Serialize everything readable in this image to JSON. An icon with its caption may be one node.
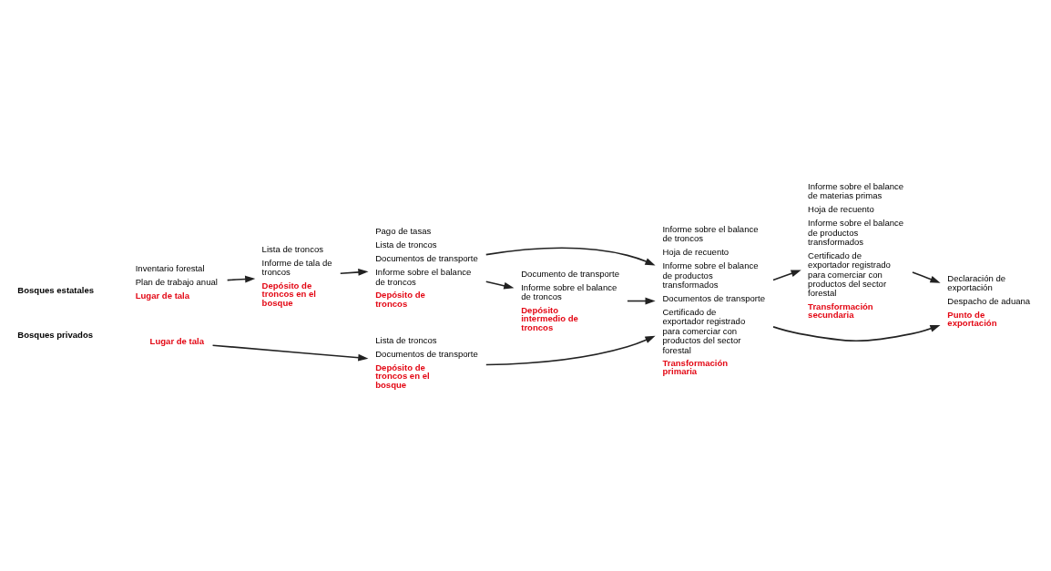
{
  "diagram": {
    "nodes": [
      {
        "text": [
          "Lugar de tala"
        ],
        "beside": [
          "Inventario forestal",
          "Plan de trabajo anual"
        ]
      },
      {
        "text": [
          "Depósito de troncos en el bosque"
        ],
        "beside": [
          "Lista de troncos",
          "Informe de tala de troncos"
        ]
      },
      {
        "text": [
          "Depósito de troncos"
        ],
        "beside": [
          "Pago de tasas",
          "Lista de troncos",
          "Documentos de transporte",
          "Informe sobre el balance de troncos"
        ]
      },
      {
        "text": [
          "Depósito intermedio de troncos"
        ],
        "beside": [
          "Documento de transporte",
          "Informe sobre el balance de troncos"
        ]
      },
      {
        "text": [
          "Transformación primaria"
        ],
        "beside": [
          "Informe sobre el balance de troncos",
          "Hoja de recuento",
          "Informe sobre el balance de productos transformados",
          "Documentos de transporte",
          "Certificado de exportador registrado para comerciar con productos del sector forestal"
        ]
      },
      {
        "text": [
          "Transformación secundaria"
        ],
        "beside": [
          "Informe sobre el balance de materias primas",
          "Hoja de recuento",
          "Informe sobre el balance de productos transformados",
          "Certificado de exportador registrado para comerciar con productos del sector forestal"
        ]
      },
      {
        "text": [
          "Punto de exportación"
        ],
        "beside": [
          "Declaración de exportación",
          "Despacho de aduana"
        ]
      },
      {
        "text": [
          "Lugar de tala"
        ]
      },
      {
        "text": [
          "Depósito de troncos en el bosque"
        ],
        "beside": [
          "Lista de troncos",
          "Documentos de transporte"
        ]
      }
    ],
    "edges": [
      {
        "from": 0,
        "to": 1,
        "arrow": "to"
      },
      {
        "from": 1,
        "to": 2,
        "arrow": "to"
      },
      {
        "from": 2,
        "to": 3,
        "arrow": "to"
      },
      {
        "from": 2,
        "to": 4,
        "arrow": "to"
      },
      {
        "from": 3,
        "to": 4,
        "arrow": "to"
      },
      {
        "from": 8,
        "to": 4,
        "arrow": "to"
      },
      {
        "from": 4,
        "to": 5,
        "arrow": "to"
      },
      {
        "from": 4,
        "to": 6,
        "arrow": "to"
      },
      {
        "from": 5,
        "to": 6,
        "arrow": "to"
      },
      {
        "from": 7,
        "to": 8,
        "arrow": "to"
      }
    ],
    "labels": [
      "Bosques estatales",
      "Bosques privados"
    ]
  }
}
